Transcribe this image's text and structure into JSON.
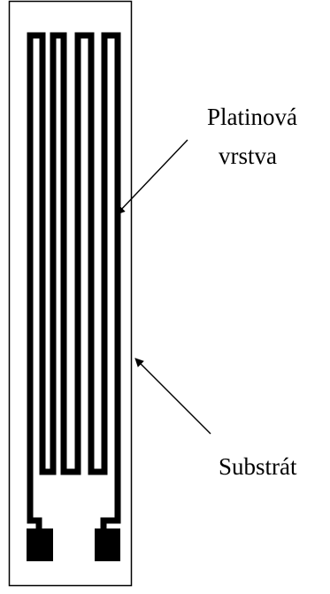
{
  "diagram": {
    "labels": {
      "platinum_layer_line1": "Platinová",
      "platinum_layer_line2": "vrstva",
      "substrate": "Substrát"
    },
    "colors": {
      "stroke": "#000000",
      "background": "#ffffff"
    }
  }
}
